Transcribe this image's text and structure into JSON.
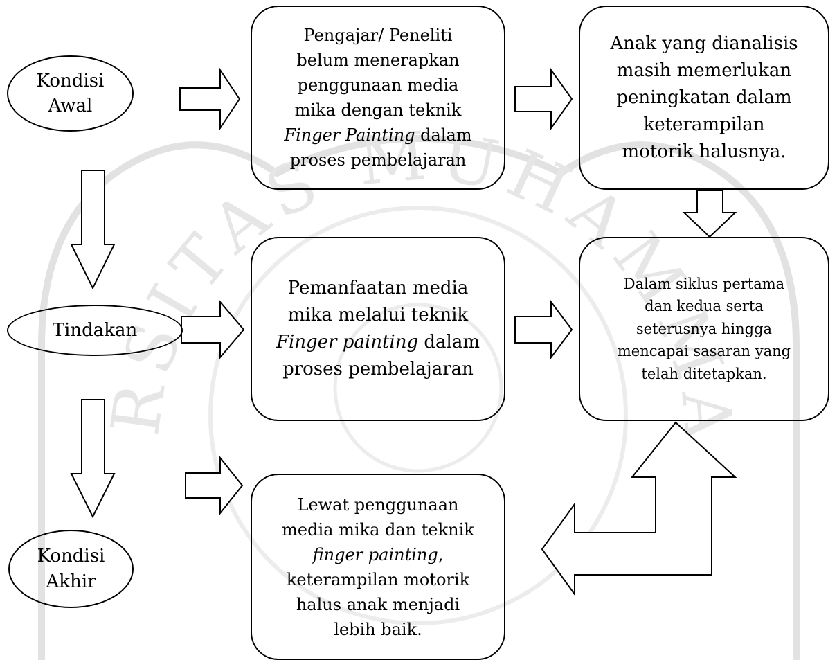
{
  "watermark": {
    "text": "UNIVERSITAS MUHAMMADIYAH",
    "color": "#d9d9d9"
  },
  "nodes": {
    "kondisi_awal": {
      "lines": [
        "Kondisi",
        "Awal"
      ]
    },
    "tindakan": {
      "lines": [
        "Tindakan"
      ]
    },
    "kondisi_akhir": {
      "lines": [
        "Kondisi",
        "Akhir"
      ]
    },
    "box_awal": {
      "line1": "Pengajar/ Peneliti",
      "line2": "belum menerapkan",
      "line3": "penggunaan media",
      "line4": "mika dengan teknik",
      "line5_italic": "Finger Painting",
      "line5_rest": " dalam",
      "line6": "proses pembelajaran"
    },
    "box_anak": {
      "lines": [
        "Anak yang dianalisis",
        "masih memerlukan",
        "peningkatan dalam",
        "keterampilan",
        "motorik halusnya."
      ]
    },
    "box_tindakan": {
      "line1": "Pemanfaatan media",
      "line2": "mika melalui teknik",
      "line3_italic": "Finger painting",
      "line3_rest": " dalam",
      "line4": "proses pembelajaran"
    },
    "box_siklus": {
      "lines": [
        "Dalam siklus pertama",
        "dan kedua serta",
        "seterusnya hingga",
        "mencapai sasaran yang",
        "telah ditetapkan."
      ]
    },
    "box_akhir": {
      "line1": "Lewat penggunaan",
      "line2": "media mika dan teknik",
      "line3_italic": "finger painting",
      "line3_rest": ",",
      "line4": "keterampilan motorik",
      "line5": "halus anak menjadi",
      "line6": "lebih baik."
    }
  }
}
